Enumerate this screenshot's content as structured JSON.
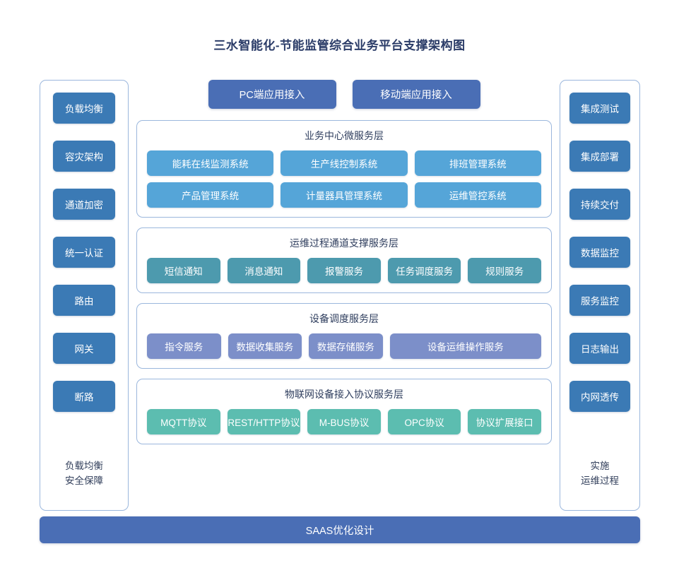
{
  "title": "三水智能化-节能监管综合业务平台支撑架构图",
  "colors": {
    "sidebar_button": "#3b7ab5",
    "access_button": "#4a6eb5",
    "business_layer": "#55a5d8",
    "ops_layer": "#4d9aae",
    "device_layer": "#7c8fc9",
    "iot_layer": "#5cbdb0",
    "panel_border": "#9bb7dd",
    "title_text": "#2b3c68",
    "background": "#ffffff"
  },
  "left_sidebar": {
    "items": [
      {
        "label": "负载均衡"
      },
      {
        "label": "容灾架构"
      },
      {
        "label": "通道加密"
      },
      {
        "label": "统一认证"
      },
      {
        "label": "路由"
      },
      {
        "label": "网关"
      },
      {
        "label": "断路"
      }
    ],
    "footer_line1": "负载均衡",
    "footer_line2": "安全保障"
  },
  "right_sidebar": {
    "items": [
      {
        "label": "集成测试"
      },
      {
        "label": "集成部署"
      },
      {
        "label": "持续交付"
      },
      {
        "label": "数据监控"
      },
      {
        "label": "服务监控"
      },
      {
        "label": "日志输出"
      },
      {
        "label": "内网透传"
      }
    ],
    "footer_line1": "实施",
    "footer_line2": "运维过程"
  },
  "access_buttons": [
    {
      "label": "PC端应用接入"
    },
    {
      "label": "移动端应用接入"
    }
  ],
  "layers": [
    {
      "id": "business",
      "title": "业务中心微服务层",
      "rows": [
        [
          {
            "label": "能耗在线监测系统"
          },
          {
            "label": "生产线控制系统"
          },
          {
            "label": "排班管理系统"
          }
        ],
        [
          {
            "label": "产品管理系统"
          },
          {
            "label": "计量器具管理系统"
          },
          {
            "label": "运维管控系统"
          }
        ]
      ]
    },
    {
      "id": "ops",
      "title": "运维过程通道支撑服务层",
      "rows": [
        [
          {
            "label": "短信通知"
          },
          {
            "label": "消息通知"
          },
          {
            "label": "报警服务"
          },
          {
            "label": "任务调度服务"
          },
          {
            "label": "规则服务"
          }
        ]
      ]
    },
    {
      "id": "device",
      "title": "设备调度服务层",
      "rows": [
        [
          {
            "label": "指令服务"
          },
          {
            "label": "数据收集服务"
          },
          {
            "label": "数据存储服务"
          },
          {
            "label": "设备运维操作服务",
            "wide": true
          }
        ]
      ]
    },
    {
      "id": "iot",
      "title": "物联网设备接入协议服务层",
      "rows": [
        [
          {
            "label": "MQTT协议"
          },
          {
            "label": "REST/HTTP协议"
          },
          {
            "label": "M-BUS协议"
          },
          {
            "label": "OPC协议"
          },
          {
            "label": "协议扩展接口"
          }
        ]
      ]
    }
  ],
  "bottom_bar": {
    "label": "SAAS优化设计"
  }
}
